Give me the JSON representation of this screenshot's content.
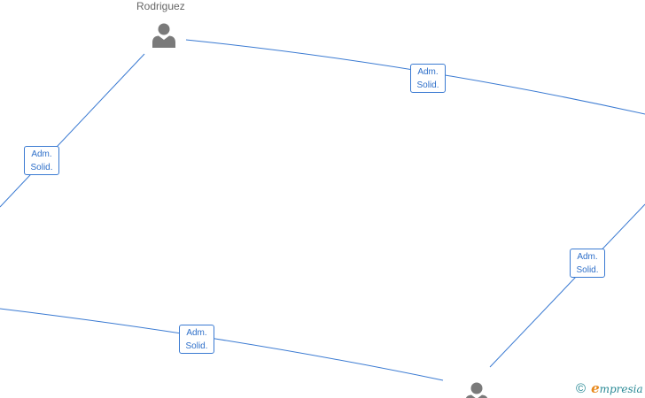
{
  "nodes": [
    {
      "id": "rodriguez",
      "label": "Rodriguez",
      "icon": "person-icon"
    },
    {
      "id": "bottom-person",
      "label": "",
      "icon": "person-icon"
    }
  ],
  "edges": [
    {
      "id": "rodriguez-left",
      "label_line1": "Adm.",
      "label_line2": "Solid."
    },
    {
      "id": "rodriguez-right",
      "label_line1": "Adm.",
      "label_line2": "Solid."
    },
    {
      "id": "bottom-right",
      "label_line1": "Adm.",
      "label_line2": "Solid."
    },
    {
      "id": "bottom-left",
      "label_line1": "Adm.",
      "label_line2": "Solid."
    }
  ],
  "colors": {
    "edge_line": "#3a7ad2",
    "edge_label_text": "#2e6fc9",
    "node_icon": "#7a7a7a",
    "node_label": "#666666",
    "brand_teal": "#2a8a96",
    "brand_orange": "#e8891c"
  },
  "watermark": {
    "copyright_symbol": "©",
    "brand_initial": "e",
    "brand_rest": "mpresia"
  }
}
